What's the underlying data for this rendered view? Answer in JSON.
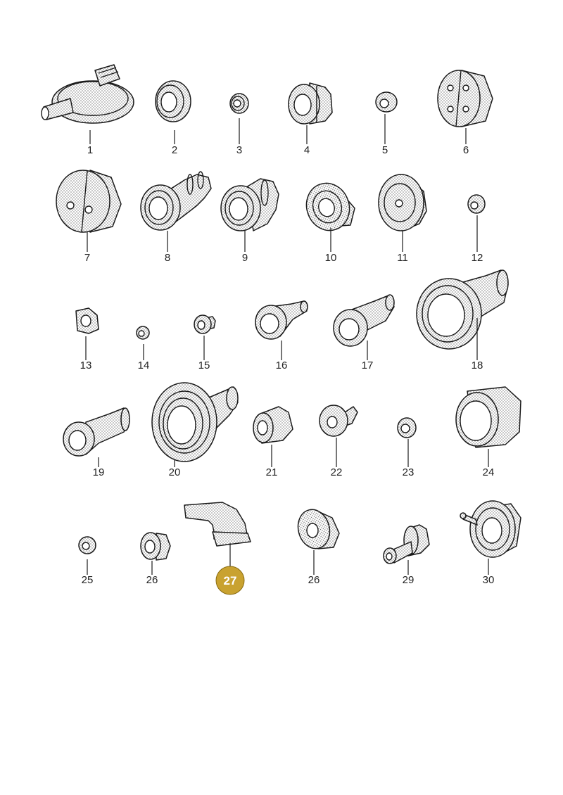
{
  "diagram": {
    "highlight_color": "#c9a230",
    "parts": [
      {
        "label": "1"
      },
      {
        "label": "2"
      },
      {
        "label": "3"
      },
      {
        "label": "4"
      },
      {
        "label": "5"
      },
      {
        "label": "6"
      },
      {
        "label": "7"
      },
      {
        "label": "8"
      },
      {
        "label": "9"
      },
      {
        "label": "10"
      },
      {
        "label": "11"
      },
      {
        "label": "12"
      },
      {
        "label": "13"
      },
      {
        "label": "14"
      },
      {
        "label": "15"
      },
      {
        "label": "16"
      },
      {
        "label": "17"
      },
      {
        "label": "18"
      },
      {
        "label": "19"
      },
      {
        "label": "20"
      },
      {
        "label": "21"
      },
      {
        "label": "22"
      },
      {
        "label": "23"
      },
      {
        "label": "24"
      },
      {
        "label": "25"
      },
      {
        "label": "26"
      },
      {
        "label": "27",
        "highlighted": true
      },
      {
        "label": "26"
      },
      {
        "label": "29"
      },
      {
        "label": "30"
      }
    ]
  }
}
